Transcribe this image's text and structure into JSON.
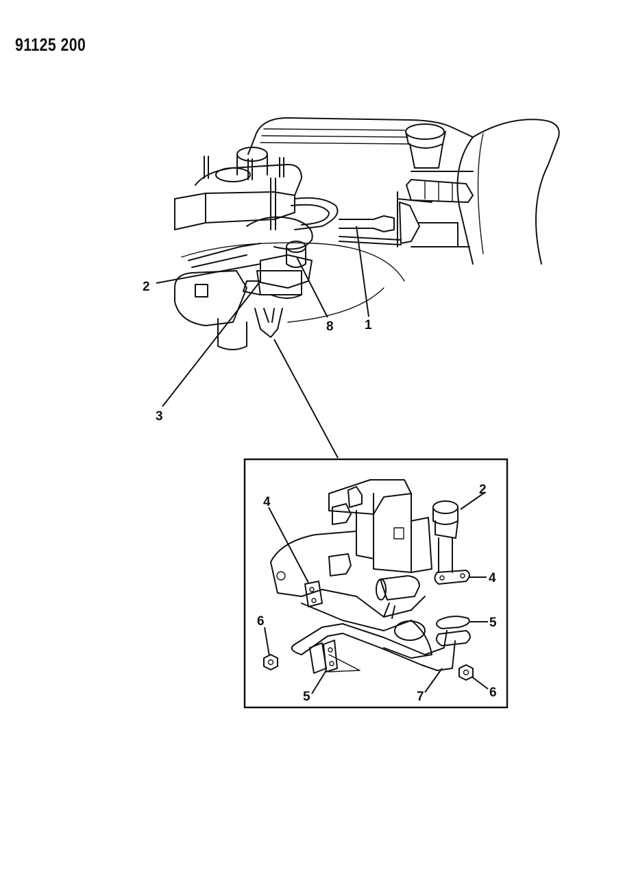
{
  "diagram_id": "91125 200",
  "callouts_top": [
    "2",
    "3",
    "8",
    "1"
  ],
  "callouts_detail": [
    "4",
    "2",
    "4",
    "5",
    "6",
    "5",
    "7",
    "6"
  ]
}
